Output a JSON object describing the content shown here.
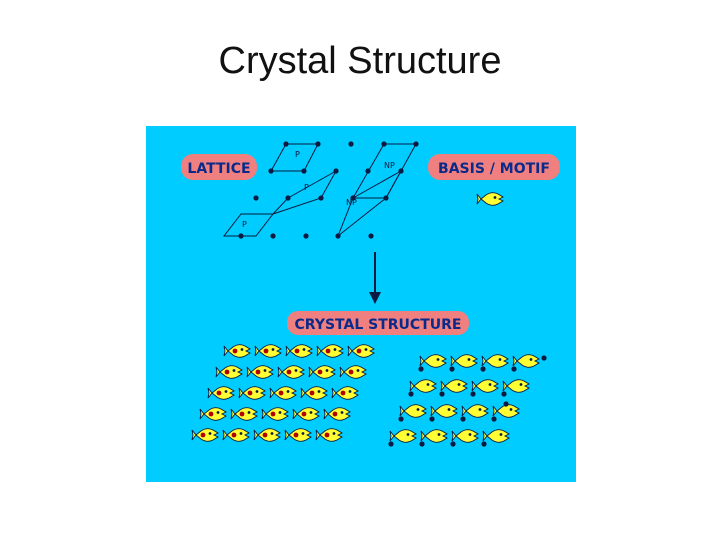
{
  "slide": {
    "title": "Crystal Structure"
  },
  "diagram": {
    "background_color": "#00CCFF",
    "label_color": "#F08080",
    "label_text_color": "#0A2A8A",
    "point_color": "#0A1A40",
    "motif_color": "#FFFF33",
    "lattice_label": "LATTICE",
    "basis_label": "BASIS / MOTIF",
    "crystal_label": "CRYSTAL STRUCTURE",
    "cell_labels": {
      "primitive": "P",
      "non_primitive": "NP"
    },
    "lattice_points_count": 20,
    "left_crystal_rows": 5,
    "left_crystal_cols": 5,
    "right_crystal_rows": 4,
    "right_crystal_cols": 4
  }
}
